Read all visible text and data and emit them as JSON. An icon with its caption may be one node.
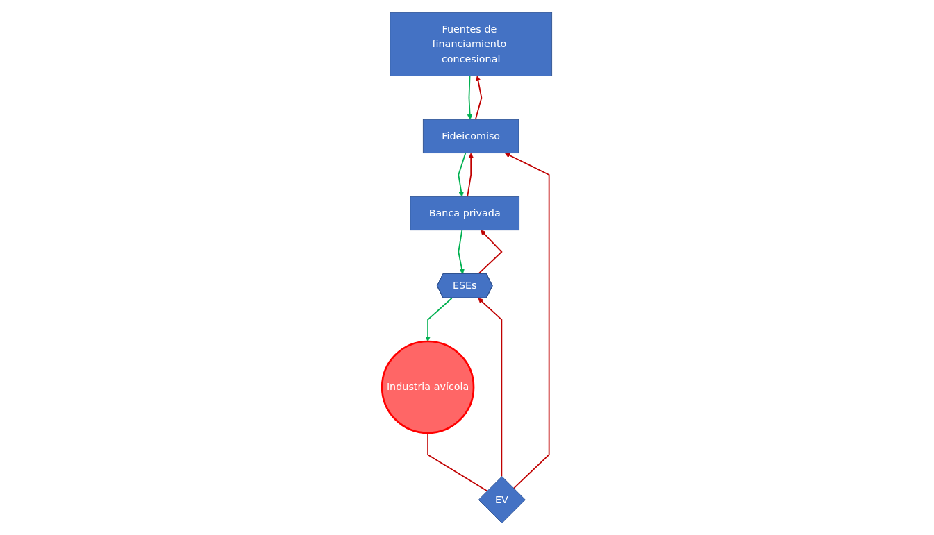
{
  "diagram": {
    "nodes": [
      {
        "text": [
          "Fuentes de financiamiento concesional"
        ]
      },
      {
        "text": [
          "Fideicomiso"
        ]
      },
      {
        "text": [
          "Banca privada"
        ]
      },
      {
        "text": [
          "ESEs"
        ]
      },
      {
        "text": [
          "EV"
        ]
      },
      {
        "text": [
          "Industria avícola"
        ]
      }
    ],
    "edges": [
      {
        "from": 1,
        "to": 0,
        "arrow": "to",
        "color": "#c00000"
      },
      {
        "from": 0,
        "to": 1,
        "arrow": "to",
        "color": "#00b050"
      },
      {
        "from": 2,
        "to": 1,
        "arrow": "to",
        "color": "#c00000"
      },
      {
        "from": 1,
        "to": 2,
        "arrow": "to",
        "color": "#00b050"
      },
      {
        "from": 3,
        "to": 2,
        "arrow": "to",
        "color": "#c00000"
      },
      {
        "from": 2,
        "to": 3,
        "arrow": "to",
        "color": "#00b050"
      },
      {
        "from": 3,
        "to": 5,
        "arrow": "to",
        "color": "#00b050"
      },
      {
        "from": 5,
        "to": 4,
        "arrow": "none",
        "color": "#c00000"
      },
      {
        "from": 4,
        "to": 3,
        "arrow": "to",
        "color": "#c00000"
      },
      {
        "from": 4,
        "to": 1,
        "arrow": "to",
        "color": "#c00000"
      }
    ]
  }
}
